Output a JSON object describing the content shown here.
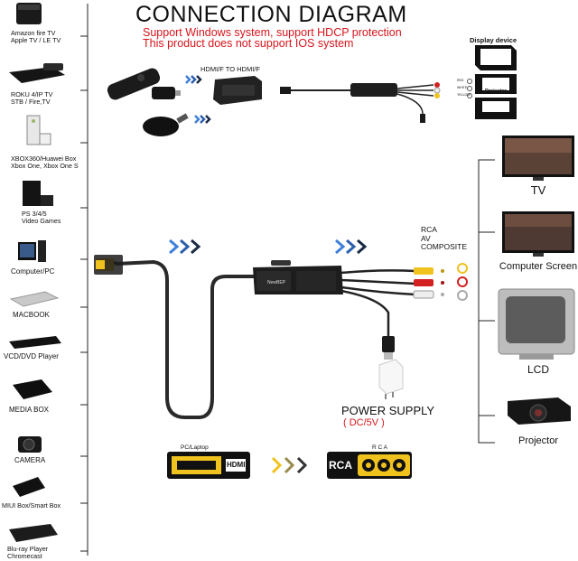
{
  "title": "CONNECTION DIAGRAM",
  "notes": [
    "Support Windows system, support HDCP protection",
    "This product does not support IOS system"
  ],
  "devices_left": [
    {
      "label_lines": [
        "Amazon fire TV",
        "Apple TV / LE TV"
      ],
      "icon": "apple-tv-icon"
    },
    {
      "label_lines": [
        "ROKU 4/IP TV",
        "STB / Fire,TV"
      ],
      "icon": "roku-box-icon"
    },
    {
      "label_lines": [
        "XBOX360/Huawei Box",
        "Xbox One, Xbox One S"
      ],
      "icon": "xbox-console-icon"
    },
    {
      "label_lines": [
        "PS 3/4/5",
        "Video Games"
      ],
      "icon": "playstation-console-icon"
    },
    {
      "label_lines": [
        "Computer/PC"
      ],
      "icon": "desktop-computer-icon"
    },
    {
      "label_lines": [
        "MACBOOK"
      ],
      "icon": "macbook-icon"
    },
    {
      "label_lines": [
        "VCD/DVD Player"
      ],
      "icon": "dvd-player-icon"
    },
    {
      "label_lines": [
        "MEDIA BOX"
      ],
      "icon": "media-box-icon"
    },
    {
      "label_lines": [
        "CAMERA"
      ],
      "icon": "camera-icon"
    },
    {
      "label_lines": [
        "MIUI Box/Smart Box"
      ],
      "icon": "smart-box-icon"
    },
    {
      "label_lines": [
        "Blu-ray Player",
        "Chromecast"
      ],
      "icon": "bluray-player-icon"
    }
  ],
  "top_diagram": {
    "adapter_label": "HDMI/F TO HDMI/F",
    "display_device_label": "Display device",
    "display_devices": [
      "Monitor",
      "Projector",
      "TV"
    ],
    "rca_tags": [
      "RED",
      "WHITE",
      "YELLOW"
    ]
  },
  "main_diagram": {
    "rca_label_lines": [
      "RCA",
      "AV",
      "COMPOSITE"
    ],
    "converter_brand": "NewBEP",
    "power_supply_label": "POWER SUPPLY",
    "power_supply_spec": "( DC/5V )"
  },
  "displays_right": [
    {
      "label": "TV",
      "icon": "tv-icon"
    },
    {
      "label": "Computer Screen",
      "icon": "computer-screen-icon"
    },
    {
      "label": "LCD",
      "icon": "crt-monitor-icon"
    },
    {
      "label": "Projector",
      "icon": "projector-icon"
    }
  ],
  "bottom_flow": {
    "source_label": "PC/Laptop",
    "source_port": "HDMI",
    "target_label": "R C A",
    "target_port": "RCA"
  },
  "colors": {
    "title_red": "#d8141b",
    "arrow_blue": "#1f5fb4",
    "arrow_dark": "#1b2a44",
    "yellow": "#f0c21e",
    "rca_red": "#d32020",
    "panel_black": "#111111"
  }
}
